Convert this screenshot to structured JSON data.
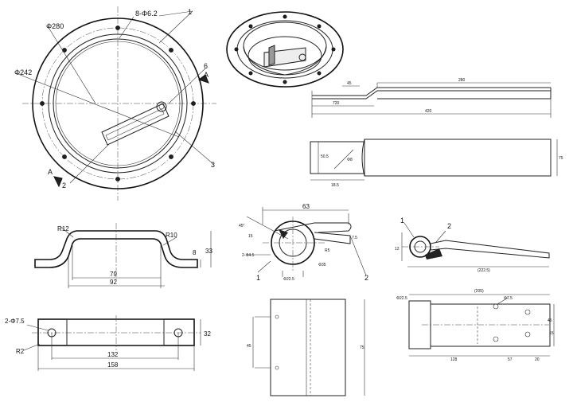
{
  "title": "",
  "views": {
    "top_view": {
      "dims": [
        "Φ280",
        "8-Φ6.2",
        "Φ242"
      ],
      "balloons": [
        "1",
        "6",
        "A",
        "3",
        "2",
        "A"
      ]
    },
    "side_view": {
      "dims": [
        "45",
        "720",
        "420",
        "280"
      ]
    },
    "handle_end": {
      "dims": [
        "50.5",
        "Φ8",
        "75",
        "18.5"
      ]
    },
    "handle_front": {
      "dims": [
        "R12",
        "R10",
        "8",
        "33",
        "79",
        "92"
      ]
    },
    "handle_top": {
      "dims": [
        "2-Φ7.5",
        "32",
        "R2",
        "132",
        "158"
      ]
    },
    "hinge_detail": {
      "dims": [
        "63",
        "45°",
        "15",
        "2-Φ4.5",
        "7.5",
        "R5",
        "Φ35",
        "Φ22.5"
      ],
      "balloons": [
        "1",
        "2"
      ]
    },
    "hinge_side": {
      "dims": [
        "12",
        "(222.5)"
      ],
      "balloons": [
        "1",
        "2"
      ]
    },
    "plate_front": {
      "dims": [
        "45",
        "75"
      ]
    },
    "hinge_plan": {
      "dims": [
        "(205)",
        "Φ22.5",
        "Φ7.5",
        "45",
        "15",
        "128",
        "57",
        "20"
      ]
    }
  }
}
